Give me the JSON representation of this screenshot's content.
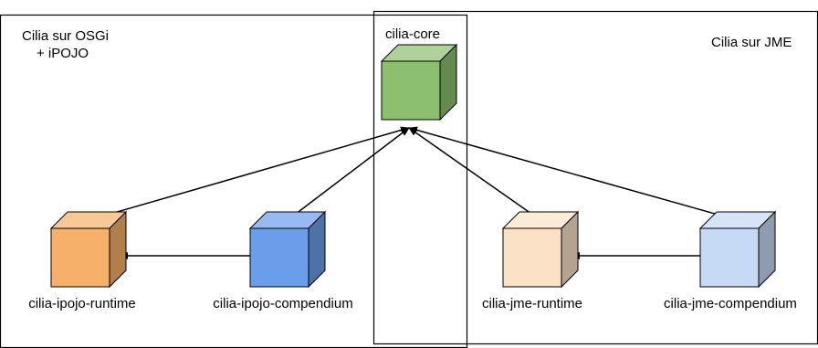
{
  "regions": {
    "osgi": {
      "line1": "Cilia sur OSGi",
      "line2": "+ iPOJO"
    },
    "core": {
      "label": "cilia-core"
    },
    "jme": {
      "label": "Cilia sur JME"
    }
  },
  "components": {
    "core": {
      "label": "cilia-core",
      "color": "#8cbf6e"
    },
    "ipojo_runtime": {
      "label": "cilia-ipojo-runtime",
      "color": "#f5b06a"
    },
    "ipojo_compendium": {
      "label": "cilia-ipojo-compendium",
      "color": "#6a9eea"
    },
    "jme_runtime": {
      "label": "cilia-jme-runtime",
      "color": "#fbe2c6"
    },
    "jme_compendium": {
      "label": "cilia-jme-compendium",
      "color": "#c6d9f5"
    }
  },
  "dependencies": [
    {
      "from": "ipojo_runtime",
      "to": "core"
    },
    {
      "from": "ipojo_compendium",
      "to": "core"
    },
    {
      "from": "jme_runtime",
      "to": "core"
    },
    {
      "from": "jme_compendium",
      "to": "core"
    },
    {
      "from": "ipojo_compendium",
      "to": "ipojo_runtime"
    },
    {
      "from": "jme_compendium",
      "to": "jme_runtime"
    }
  ]
}
